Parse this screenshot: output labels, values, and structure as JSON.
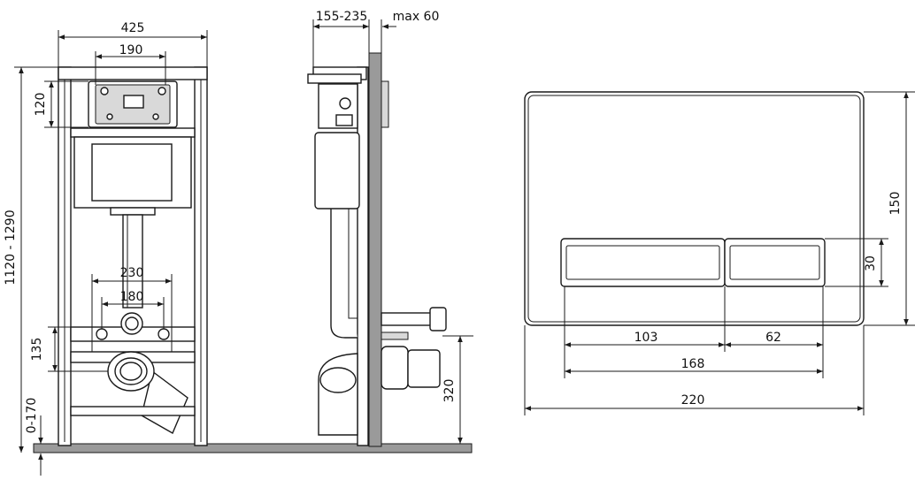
{
  "dimensions": {
    "frame_width": "425",
    "mount_width": "190",
    "mount_height": "120",
    "total_height": "1120 - 1290",
    "pipe_span_outer": "230",
    "pipe_span_inner": "180",
    "drain_height": "135",
    "foot_adjust": "0-170",
    "wall_depth": "155-235",
    "max_depth": "max 60",
    "outlet_height": "320",
    "plate_width": "220",
    "plate_height": "150",
    "button_span": "168",
    "button_large": "103",
    "button_small": "62",
    "button_height": "30"
  },
  "colors": {
    "line": "#1a1a1a",
    "wall_fill": "#9a9a9a",
    "floor_fill": "#9a9a9a",
    "background": "#ffffff"
  }
}
